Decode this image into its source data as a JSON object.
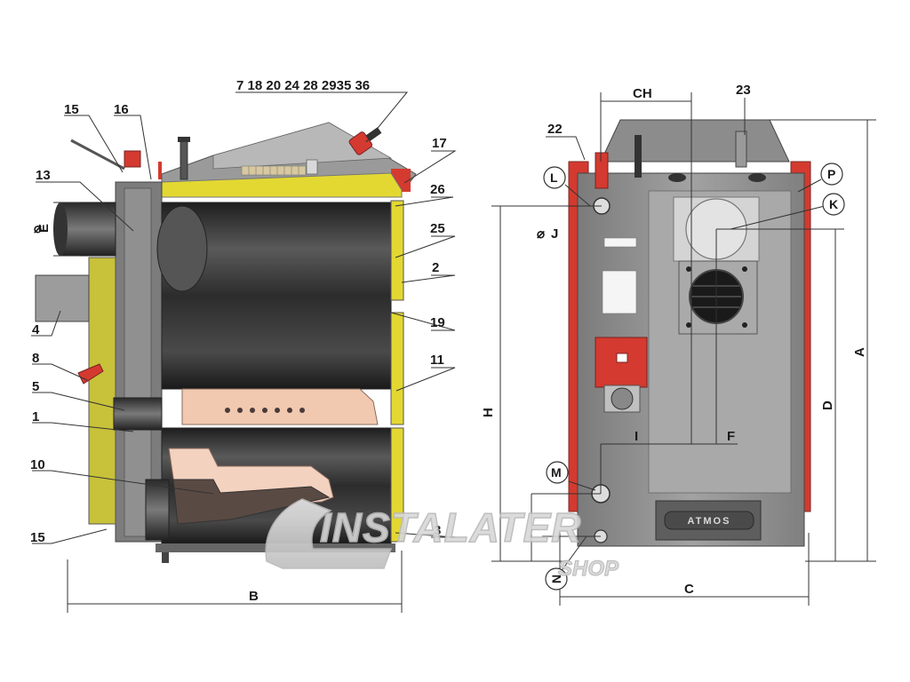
{
  "left_view": {
    "callouts": {
      "c15a": "15",
      "c16": "16",
      "c13": "13",
      "dimE": "E",
      "c4": "4",
      "c8": "8",
      "c5": "5",
      "c1": "1",
      "c10": "10",
      "c15b": "15",
      "top_group": "7 18 20 24 28 2935 36",
      "c17": "17",
      "c26": "26",
      "c25": "25",
      "c2": "2",
      "c19": "19",
      "c11": "11",
      "c3": "3"
    },
    "dimension_B": "B",
    "diameter_symbol": "⌀"
  },
  "right_view": {
    "callouts": {
      "c22": "22",
      "c23": "23",
      "cL": "L",
      "cP": "P",
      "cK": "K",
      "cM": "M",
      "cN": "N"
    },
    "dimensions": {
      "CH": "CH",
      "J": "J",
      "H": "H",
      "A": "A",
      "D": "D",
      "I": "I",
      "F": "F",
      "C": "C"
    },
    "diameter_symbol": "⌀",
    "brand_plate": "ATMOS"
  },
  "watermark": {
    "line1": "INSTALATER",
    "line2": "SHOP"
  },
  "colors": {
    "red": "#d43a2f",
    "yellow": "#e3d832",
    "steel": "#8f8f8f",
    "dark_steel": "#3c3c3c",
    "firebrick": "#f0c9b0"
  }
}
